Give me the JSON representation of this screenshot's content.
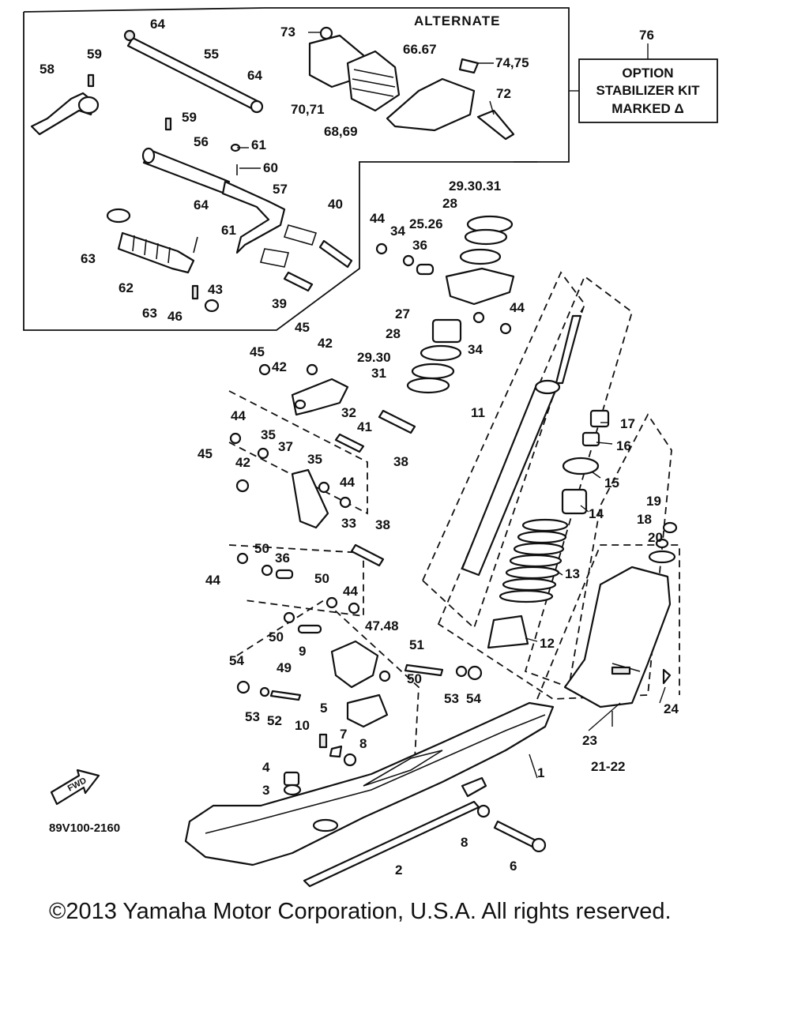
{
  "alternate_heading": "ALTERNATE",
  "option_box": {
    "ref": "76",
    "line1": "OPTION",
    "line2": "STABILIZER KIT",
    "line3": "MARKED Δ"
  },
  "diagram_code": "89V100-2160",
  "fwd_label": "FWD",
  "copyright": "©2013 Yamaha Motor Corporation, U.S.A. All rights reserved.",
  "callouts": [
    "64",
    "59",
    "58",
    "55",
    "64",
    "59",
    "56",
    "61",
    "60",
    "64",
    "57",
    "61",
    "63",
    "62",
    "63",
    "46",
    "43",
    "73",
    "74,75",
    "66.67",
    "72",
    "70,71",
    "68,69",
    "40",
    "39",
    "44",
    "34",
    "36",
    "25.26",
    "28",
    "29.30.31",
    "44",
    "27",
    "28",
    "34",
    "29.30",
    "31",
    "45",
    "42",
    "45",
    "42",
    "32",
    "41",
    "38",
    "44",
    "35",
    "37",
    "42",
    "45",
    "35",
    "44",
    "33",
    "38",
    "11",
    "17",
    "16",
    "15",
    "14",
    "13",
    "12",
    "19",
    "18",
    "20",
    "50",
    "36",
    "44",
    "50",
    "44",
    "50",
    "9",
    "47.48",
    "51",
    "49",
    "50",
    "54",
    "53",
    "52",
    "53",
    "54",
    "5",
    "10",
    "7",
    "8",
    "4",
    "3",
    "1",
    "8",
    "6",
    "2",
    "23",
    "21-22",
    "24"
  ]
}
